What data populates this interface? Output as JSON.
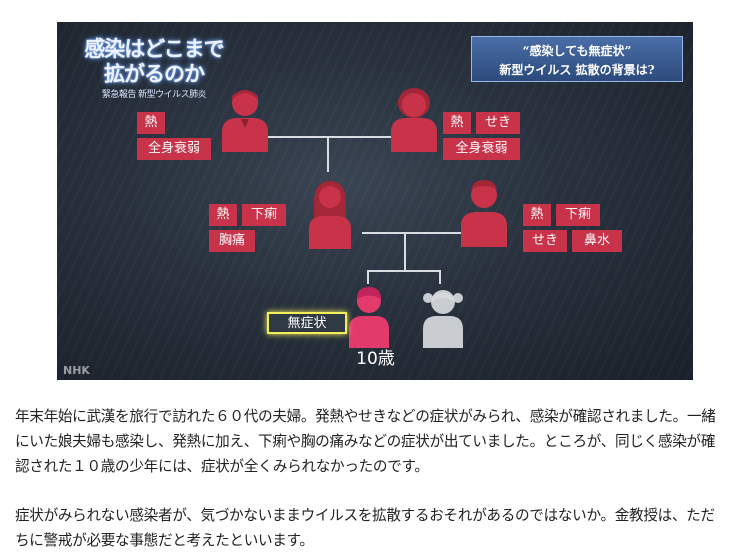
{
  "figure": {
    "title_main": "感染はどこまで拡がるのか",
    "title_sub": "緊急報告 新型ウイルス肺炎",
    "topic_line1": "“感染しても無症状”",
    "topic_line2": "新型ウイルス 拡散の背景は?",
    "broadcaster": "NHK",
    "asymptomatic_label": "無症状",
    "boy_age": "10歳",
    "grandfather_tags": [
      "熱",
      "全身衰弱"
    ],
    "grandmother_tags": [
      "熱",
      "せき",
      "全身衰弱"
    ],
    "mother_tags": [
      "熱",
      "下痢",
      "胸痛"
    ],
    "father_tags": [
      "熱",
      "下痢",
      "せき",
      "鼻水"
    ],
    "colors": {
      "infected": "#c8334a",
      "boy": "#e23a6a",
      "uninfected": "#c9ccd0",
      "highlight": "#f3ee5a"
    }
  },
  "article": {
    "paragraph1": "年末年始に武漢を旅行で訪れた６０代の夫婦。発熱やせきなどの症状がみられ、感染が確認されました。一緒にいた娘夫婦も感染し、発熱に加え、下痢や胸の痛みなどの症状が出ていました。ところが、同じく感染が確認された１０歳の少年には、症状が全くみられなかったのです。",
    "paragraph2": "症状がみられない感染者が、気づかないままウイルスを拡散するおそれがあるのではないか。金教授は、ただちに警戒が必要な事態だと考えたといいます。"
  }
}
